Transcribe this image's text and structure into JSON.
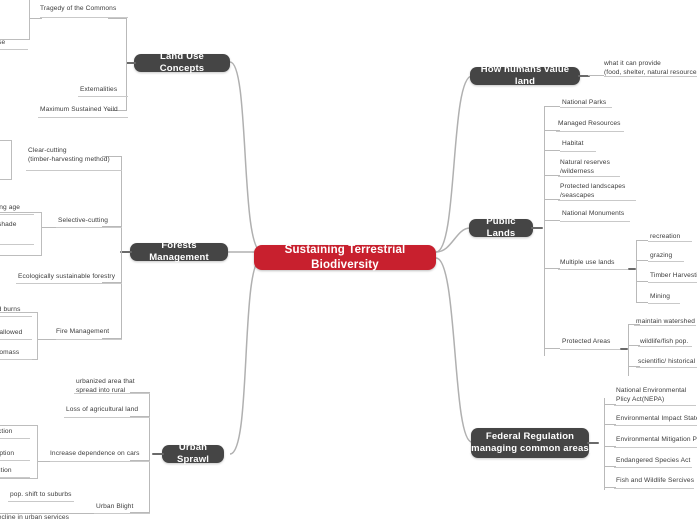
{
  "map": {
    "title": "Sustaining Terrestrial Biodiversity",
    "center_color": "#c8202e",
    "branch_color": "#454545",
    "link_color": "#b0b0b0"
  },
  "branches": {
    "land_use": {
      "label": "Land Use Concepts",
      "children": [
        {
          "label": "Tragedy of the Commons",
          "children": [
            {
              "label": "ruse"
            }
          ]
        },
        {
          "label": "Externalities"
        },
        {
          "label": "Maximum Sustained Yeild"
        }
      ]
    },
    "forests": {
      "label": "Forests Management",
      "children": [
        {
          "label": "Clear-cutting\n(timber-harvesting method)"
        },
        {
          "label": "Selective-cutting",
          "children": [
            {
              "label": "rying age"
            },
            {
              "label": "th-shade\nies"
            }
          ]
        },
        {
          "label": "Ecologically sustainable forestry"
        },
        {
          "label": "Fire Management",
          "children": [
            {
              "label": "ed burns"
            },
            {
              "label": "s allowed"
            },
            {
              "label": "biomass"
            }
          ]
        }
      ]
    },
    "urban_sprawl": {
      "label": "Urban Sprawl",
      "children": [
        {
          "label": "urbanized area that\nspread into rural"
        },
        {
          "label": "Loss of agricultural land"
        },
        {
          "label": "Increase dependence on cars",
          "children": [
            {
              "label": "truction"
            },
            {
              "label": "umption"
            },
            {
              "label": "ollution"
            }
          ]
        },
        {
          "label": "Urban Blight",
          "children": [
            {
              "label": "pop. shift to suburbs"
            },
            {
              "label": "decline in urban services"
            }
          ]
        }
      ]
    },
    "value_land": {
      "label": "How humans value land",
      "children": [
        {
          "label": "what it can provide\n(food, shelter, natural resources)"
        }
      ]
    },
    "public_lands": {
      "label": "Public Lands",
      "children": [
        {
          "label": "National Parks"
        },
        {
          "label": "Managed Resources"
        },
        {
          "label": "Habitat"
        },
        {
          "label": "Natural reserves\n/wilderness"
        },
        {
          "label": "Protected landscapes\n/seascapes"
        },
        {
          "label": "National Monuments"
        },
        {
          "label": "Multiple use lands",
          "children": [
            {
              "label": "recreation"
            },
            {
              "label": "grazing"
            },
            {
              "label": "Timber Harvesting"
            },
            {
              "label": "Mining"
            }
          ]
        },
        {
          "label": "Protected Areas",
          "children": [
            {
              "label": "maintain watershed"
            },
            {
              "label": "wildlife/fish pop."
            },
            {
              "label": "scientific/ historical sig"
            }
          ]
        }
      ]
    },
    "federal": {
      "label": "Federal Regulation\n(managing common areas)",
      "children": [
        {
          "label": "National Environmental\nPlicy Act(NEPA)"
        },
        {
          "label": "Environmental Impact Statem"
        },
        {
          "label": "Environmental Mitigation Pla"
        },
        {
          "label": "Endangered Species Act"
        },
        {
          "label": "Fish and Wildlife Sercives"
        }
      ]
    }
  }
}
